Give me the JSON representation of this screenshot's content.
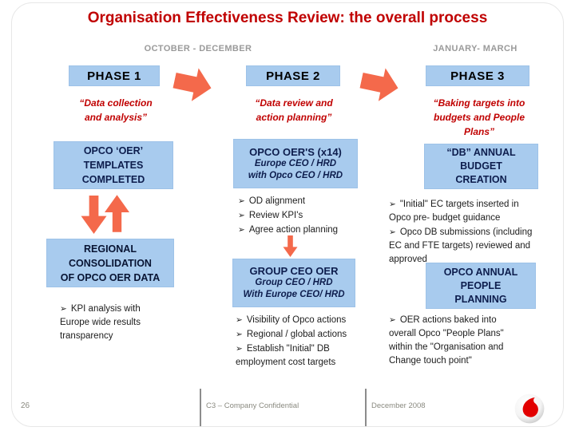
{
  "slide_title": "Organisation Effectiveness Review: the overall process",
  "timeline": {
    "left_label": "OCTOBER - DECEMBER",
    "right_label": "JANUARY- MARCH"
  },
  "glyphs": {
    "bullet": "➢"
  },
  "phase1": {
    "header": "PHASE 1",
    "quote": "“Data collection\nand analysis”",
    "box_templates": "OPCO ‘OER’\nTEMPLATES\nCOMPLETED",
    "box_regional": "REGIONAL\nCONSOLIDATION\nOF OPCO OER DATA",
    "bullet_kpi": "KPI analysis with\nEurope wide results\ntransparency"
  },
  "phase2": {
    "header": "PHASE 2",
    "quote": "“Data review and\naction planning”",
    "box_oer_title": "OPCO OER'S (x14)",
    "box_oer_sub1": "Europe CEO / HRD",
    "box_oer_sub2": "with Opco CEO / HRD",
    "bullets_top": [
      "OD alignment",
      "Review KPI's",
      "Agree action planning"
    ],
    "box_group_title": "GROUP CEO OER",
    "box_group_sub1": "Group CEO / HRD",
    "box_group_sub2": "With Europe CEO/ HRD",
    "bullets_bottom": [
      "Visibility of Opco actions",
      "Regional / global actions",
      "Establish \"Initial\" DB\nemployment cost targets"
    ]
  },
  "phase3": {
    "header": "PHASE 3",
    "quote": "“Baking targets into\nbudgets and People\nPlans”",
    "box_db": "“DB” ANNUAL\nBUDGET\nCREATION",
    "bullets_top": [
      "\"Initial\" EC targets inserted in\nOpco pre- budget guidance",
      "Opco DB submissions (including\nEC and FTE targets) reviewed and\napproved"
    ],
    "box_people": "OPCO ANNUAL\nPEOPLE\nPLANNING",
    "bullets_bottom": [
      "OER actions baked into\noverall Opco \"People Plans\"\nwithin the \"Organisation and\nChange touch point\""
    ]
  },
  "footer": {
    "page_number": "26",
    "classification": "C3 – Company Confidential",
    "date": "December 2008"
  },
  "colors": {
    "title_red": "#c00000",
    "box_blue": "#a8cbee",
    "arrow_orange": "#f4694b",
    "logo_red": "#e20000"
  }
}
